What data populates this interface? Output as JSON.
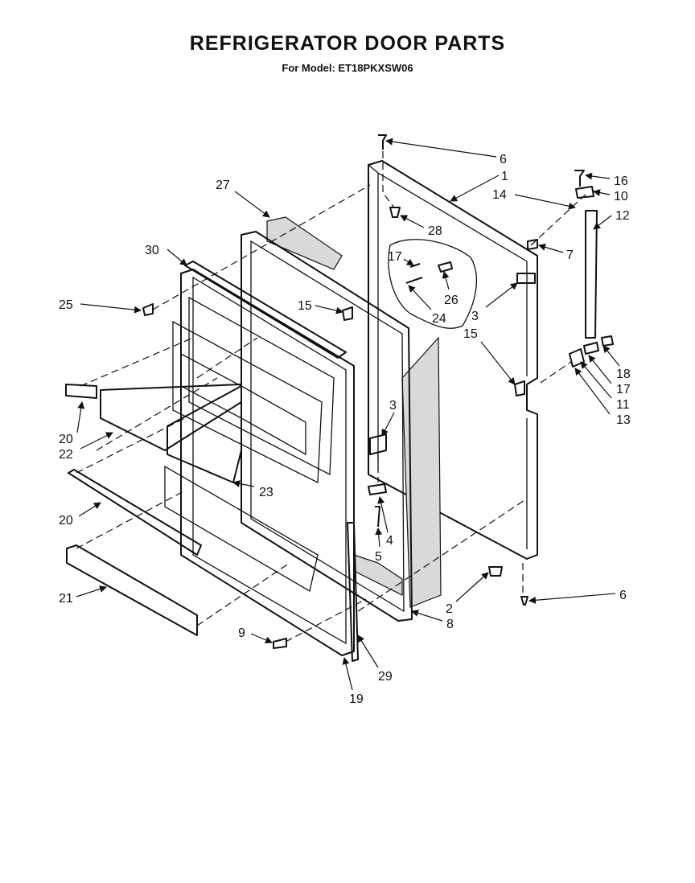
{
  "header": {
    "title": "REFRIGERATOR DOOR PARTS",
    "subtitle": "For Model: ET18PKXSW06"
  },
  "callouts": [
    {
      "id": "c6a",
      "label": "6"
    },
    {
      "id": "c1",
      "label": "1"
    },
    {
      "id": "c16",
      "label": "16"
    },
    {
      "id": "c10",
      "label": "10"
    },
    {
      "id": "c14",
      "label": "14"
    },
    {
      "id": "c12",
      "label": "12"
    },
    {
      "id": "c27",
      "label": "27"
    },
    {
      "id": "c28",
      "label": "28"
    },
    {
      "id": "c7",
      "label": "7"
    },
    {
      "id": "c30",
      "label": "30"
    },
    {
      "id": "c17a",
      "label": "17"
    },
    {
      "id": "c26",
      "label": "26"
    },
    {
      "id": "c25",
      "label": "25"
    },
    {
      "id": "c15a",
      "label": "15"
    },
    {
      "id": "c3a",
      "label": "3"
    },
    {
      "id": "c24",
      "label": "24"
    },
    {
      "id": "c15b",
      "label": "15"
    },
    {
      "id": "c18",
      "label": "18"
    },
    {
      "id": "c17b",
      "label": "17"
    },
    {
      "id": "c11",
      "label": "11"
    },
    {
      "id": "c13",
      "label": "13"
    },
    {
      "id": "c3b",
      "label": "3"
    },
    {
      "id": "c20a",
      "label": "20"
    },
    {
      "id": "c22",
      "label": "22"
    },
    {
      "id": "c23",
      "label": "23"
    },
    {
      "id": "c20b",
      "label": "20"
    },
    {
      "id": "c4",
      "label": "4"
    },
    {
      "id": "c5",
      "label": "5"
    },
    {
      "id": "c21",
      "label": "21"
    },
    {
      "id": "c2",
      "label": "2"
    },
    {
      "id": "c6b",
      "label": "6"
    },
    {
      "id": "c8",
      "label": "8"
    },
    {
      "id": "c9",
      "label": "9"
    },
    {
      "id": "c29",
      "label": "29"
    },
    {
      "id": "c19",
      "label": "19"
    }
  ]
}
